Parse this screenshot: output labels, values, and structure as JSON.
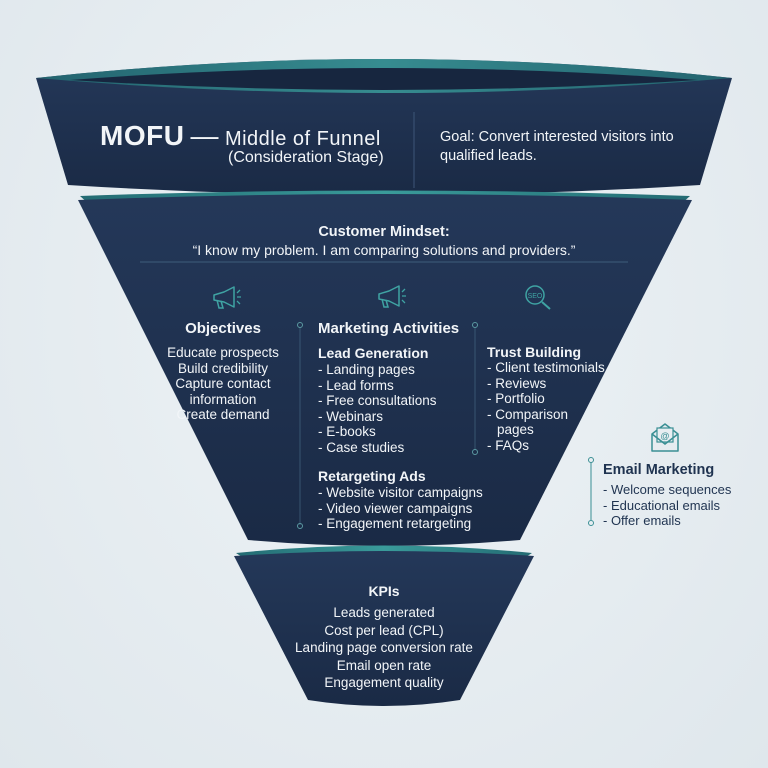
{
  "header": {
    "title": "MOFU",
    "dash": "—",
    "subtitle": "Middle of Funnel",
    "stage": "(Consideration Stage)",
    "goal": "Goal: Convert interested visitors into qualified leads."
  },
  "mindset": {
    "heading": "Customer Mindset:",
    "quote": "“I know my problem. I am comparing solutions and providers.”"
  },
  "objectives": {
    "heading": "Objectives",
    "items": [
      "Educate prospects",
      "Build credibility",
      "Capture contact",
      "information",
      "Create demand"
    ]
  },
  "marketing": {
    "heading": "Marketing Activities",
    "lead_generation": {
      "heading": "Lead Generation",
      "items": [
        "- Landing pages",
        "- Lead forms",
        "- Free consultations",
        "- Webinars",
        "- E-books",
        "- Case studies"
      ]
    },
    "retargeting": {
      "heading": "Retargeting Ads",
      "items": [
        "- Website visitor campaigns",
        "- Video viewer campaigns",
        "- Engagement retargeting"
      ]
    },
    "trust_building": {
      "heading": "Trust Building",
      "items": [
        "- Client testimonials",
        "- Reviews",
        "- Portfolio",
        "- Comparison",
        "  pages",
        "- FAQs"
      ]
    }
  },
  "email_marketing": {
    "heading": "Email Marketing",
    "items": [
      "- Welcome sequences",
      "- Educational emails",
      "- Offer emails"
    ],
    "icon": "envelope-icon"
  },
  "kpis": {
    "heading": "KPIs",
    "items": [
      "Leads generated",
      "Cost per lead (CPL)",
      "Landing page conversion rate",
      "Email open rate",
      "Engagement quality"
    ]
  },
  "icons": {
    "objectives": "megaphone-icon",
    "marketing": "megaphone-icon",
    "trust": "seo-magnifier-icon"
  },
  "colors": {
    "funnel_navy": "#1f3150",
    "funnel_dark": "#17263f",
    "teal_accent": "#2f8c8c",
    "text_light": "#f2f5f8",
    "text_dark": "#1f3350"
  }
}
